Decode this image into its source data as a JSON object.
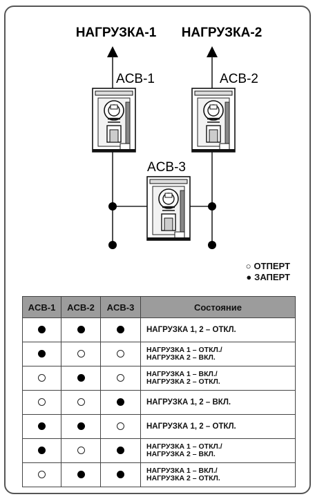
{
  "loads": [
    {
      "label": "НАГРУЗКА-1"
    },
    {
      "label": "НАГРУЗКА-2"
    }
  ],
  "breakers": [
    {
      "label": "ACB-1"
    },
    {
      "label": "ACB-2"
    },
    {
      "label": "ACB-3"
    }
  ],
  "legend": {
    "open_symbol": "○",
    "open_label": "ОТПЕРТ",
    "closed_symbol": "●",
    "closed_label": "ЗАПЕРТ"
  },
  "table": {
    "headers": [
      "ACB-1",
      "ACB-2",
      "ACB-3",
      "Состояние"
    ],
    "rows": [
      {
        "states": [
          "closed",
          "closed",
          "closed"
        ],
        "text": "НАГРУЗКА 1, 2 – ОТКЛ."
      },
      {
        "states": [
          "closed",
          "open",
          "open"
        ],
        "text": "НАГРУЗКА 1 – ОТКЛ./\nНАГРУЗКА 2 – ВКЛ."
      },
      {
        "states": [
          "open",
          "closed",
          "open"
        ],
        "text": "НАГРУЗКА 1 – ВКЛ./\nНАГРУЗКА 2 – ОТКЛ."
      },
      {
        "states": [
          "open",
          "open",
          "closed"
        ],
        "text": "НАГРУЗКА 1, 2 – ВКЛ."
      },
      {
        "states": [
          "closed",
          "closed",
          "open"
        ],
        "text": "НАГРУЗКА 1, 2 – ОТКЛ."
      },
      {
        "states": [
          "closed",
          "open",
          "closed"
        ],
        "text": "НАГРУЗКА 1 – ОТКЛ./\nНАГРУЗКА 2 – ВКЛ."
      },
      {
        "states": [
          "open",
          "closed",
          "closed"
        ],
        "text": "НАГРУЗКА 1 – ВКЛ./\nНАГРУЗКА 2 – ОТКЛ."
      }
    ]
  }
}
